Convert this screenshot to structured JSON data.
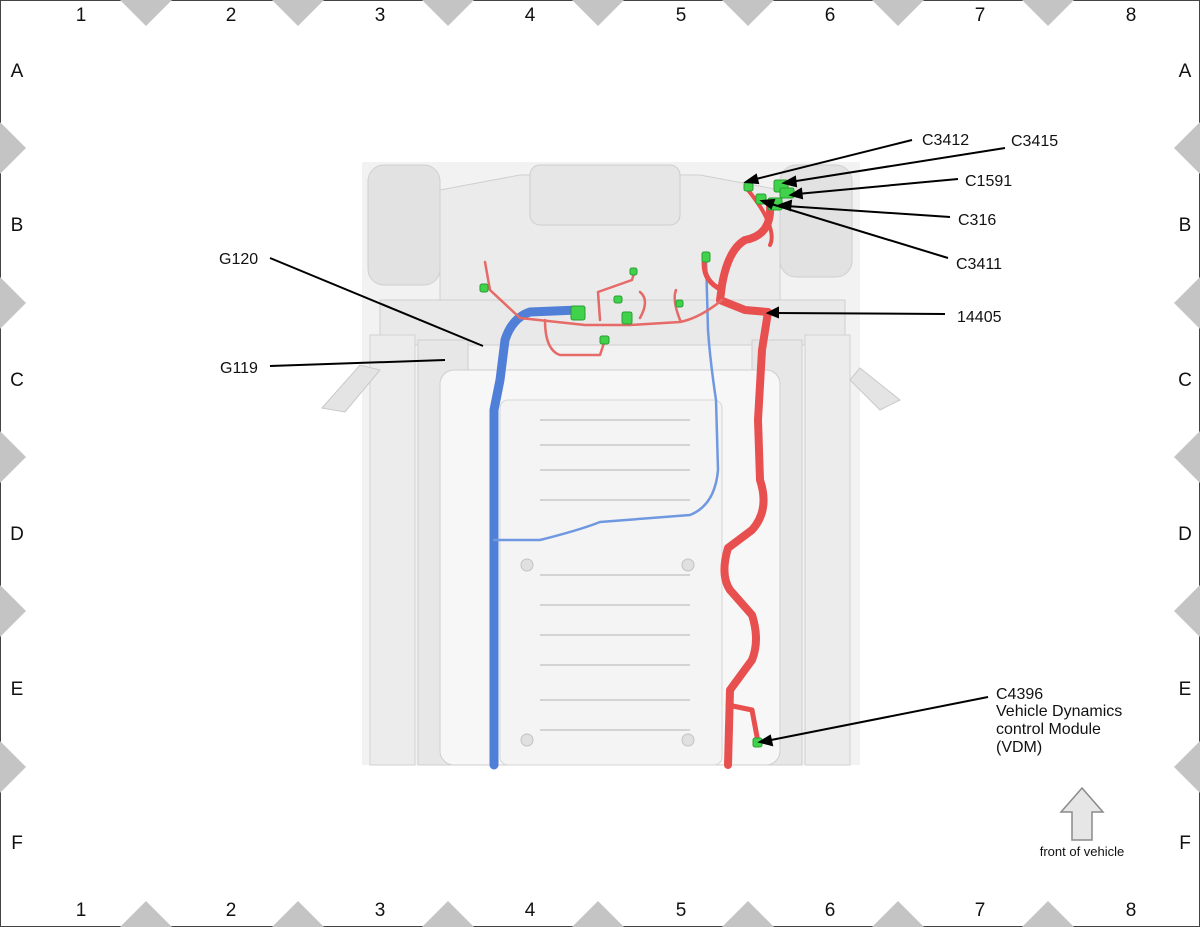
{
  "grid": {
    "columns": [
      "1",
      "2",
      "3",
      "4",
      "5",
      "6",
      "7",
      "8"
    ],
    "rows": [
      "A",
      "B",
      "C",
      "D",
      "E",
      "F"
    ]
  },
  "callouts": {
    "c3412": "C3412",
    "c3415": "C3415",
    "c1591": "C1591",
    "c316": "C316",
    "c3411": "C3411",
    "g120": "G120",
    "g119": "G119",
    "h14405": "14405",
    "c4396": "C4396",
    "c4396_line1": "Vehicle Dynamics",
    "c4396_line2": "control Module",
    "c4396_line3": "(VDM)"
  },
  "orientation": {
    "label": "front of vehicle",
    "icon": "up-arrow-icon"
  },
  "colors": {
    "harness_red": "#e8504f",
    "harness_blue": "#4f7fd6",
    "connector_green": "#3fd24a",
    "frame_gray": "#c8c8c8",
    "marker_gray": "#c4c4c4"
  }
}
